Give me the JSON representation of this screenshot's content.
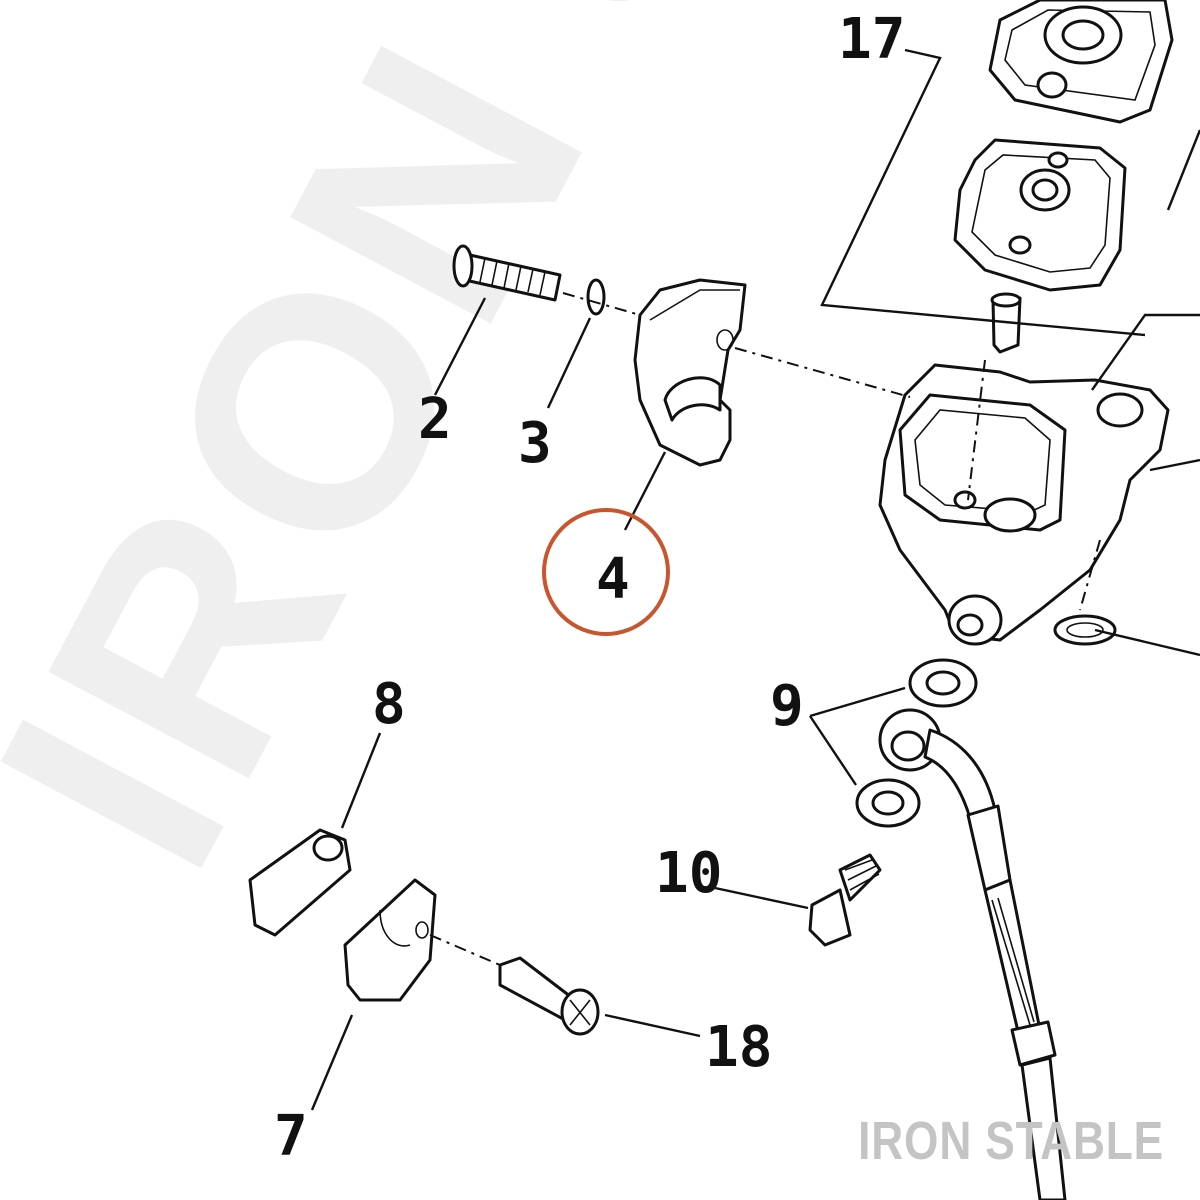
{
  "watermark": {
    "text": "IRON STABLE",
    "color": "#efefef"
  },
  "brand": {
    "text": "IRON STABLE",
    "color": "#c4c4c4"
  },
  "highlight_color": "#c8552e",
  "callouts": [
    {
      "id": "2",
      "label": "2"
    },
    {
      "id": "3",
      "label": "3"
    },
    {
      "id": "4",
      "label": "4",
      "highlighted": true
    },
    {
      "id": "7",
      "label": "7"
    },
    {
      "id": "8",
      "label": "8"
    },
    {
      "id": "9",
      "label": "9"
    },
    {
      "id": "10",
      "label": "10"
    },
    {
      "id": "17",
      "label": "17"
    },
    {
      "id": "18",
      "label": "18"
    }
  ]
}
